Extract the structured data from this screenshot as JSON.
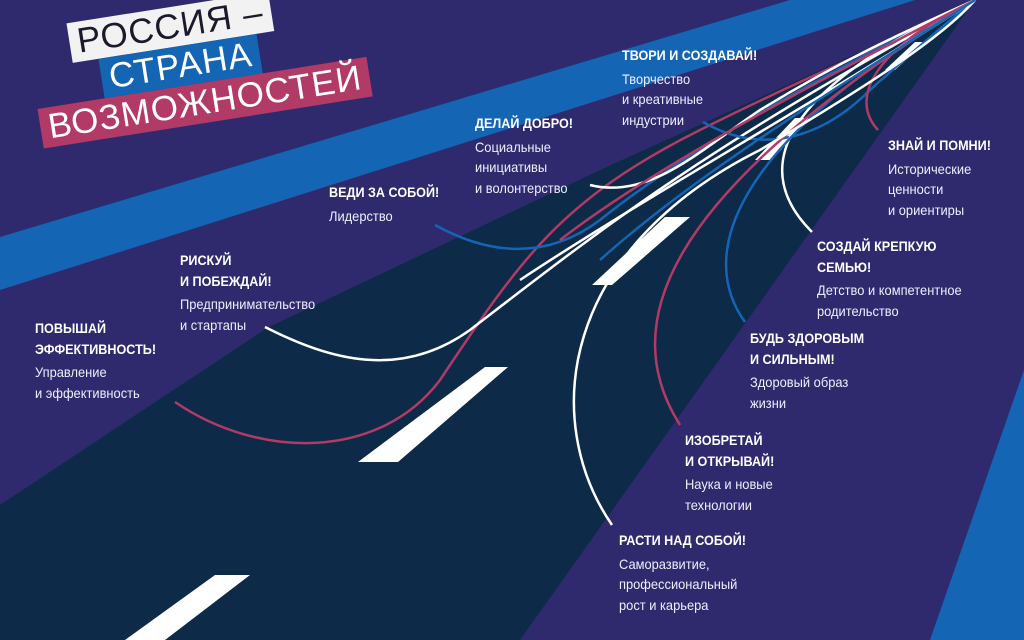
{
  "logo": {
    "line1": "РОССИЯ –",
    "line2": "СТРАНА",
    "line3": "ВОЗМОЖНОСТЕЙ"
  },
  "colors": {
    "background": "#2f2a6e",
    "road": "#0d2a48",
    "blue": "#1565b5",
    "red": "#b23a66"
  },
  "items": [
    {
      "title": [
        "ПОВЫШАЙ",
        "ЭФФЕКТИВНОСТЬ!"
      ],
      "desc": [
        "Управление",
        "и эффективность"
      ]
    },
    {
      "title": [
        "РИСКУЙ",
        "И ПОБЕЖДАЙ!"
      ],
      "desc": [
        "Предпринимательство",
        "и стартапы"
      ]
    },
    {
      "title": [
        "ВЕДИ ЗА СОБОЙ!"
      ],
      "desc": [
        "Лидерство"
      ]
    },
    {
      "title": [
        "ДЕЛАЙ ДОБРО!"
      ],
      "desc": [
        "Социальные",
        "инициативы",
        "и волонтерство"
      ]
    },
    {
      "title": [
        "ТВОРИ И СОЗДАВАЙ!"
      ],
      "desc": [
        "Творчество",
        "и креативные",
        "индустрии"
      ]
    },
    {
      "title": [
        "ЗНАЙ И ПОМНИ!"
      ],
      "desc": [
        "Исторические",
        "ценности",
        "и ориентиры"
      ]
    },
    {
      "title": [
        "СОЗДАЙ КРЕПКУЮ",
        "СЕМЬЮ!"
      ],
      "desc": [
        "Детство и компетентное",
        "родительство"
      ]
    },
    {
      "title": [
        "БУДЬ ЗДОРОВЫМ",
        "И СИЛЬНЫМ!"
      ],
      "desc": [
        "Здоровый образ",
        "жизни"
      ]
    },
    {
      "title": [
        "ИЗОБРЕТАЙ",
        "И ОТКРЫВАЙ!"
      ],
      "desc": [
        "Наука и новые",
        "технологии"
      ]
    },
    {
      "title": [
        "РАСТИ НАД СОБОЙ!"
      ],
      "desc": [
        "Саморазвитие,",
        "профессиональный",
        "рост и карьера"
      ]
    }
  ]
}
